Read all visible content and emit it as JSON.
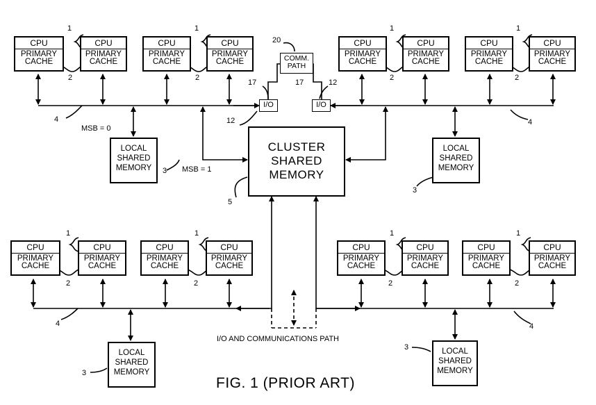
{
  "cpu_label": "CPU",
  "cache_label_line1": "PRIMARY",
  "cache_label_line2": "CACHE",
  "local_memory": {
    "line1": "LOCAL",
    "line2": "SHARED",
    "line3": "MEMORY"
  },
  "cluster_memory": {
    "line1": "CLUSTER",
    "line2": "SHARED",
    "line3": "MEMORY"
  },
  "io_label": "I/O",
  "comm_path": {
    "line1": "COMM.",
    "line2": "PATH"
  },
  "refs": {
    "pair": "1",
    "cache_pair": "2",
    "local_mem": "3",
    "bus": "4",
    "cluster": "5",
    "io": "12",
    "link": "17",
    "comm": "20"
  },
  "msb0": "MSB = 0",
  "msb1": "MSB = 1",
  "io_comm_path": "I/O AND COMMUNICATIONS PATH",
  "figure_caption": "FIG. 1 (PRIOR ART)"
}
